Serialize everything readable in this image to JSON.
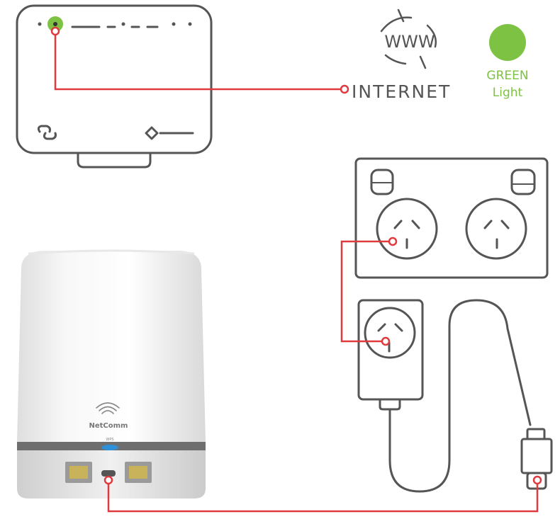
{
  "labels": {
    "internet": "INTERNET",
    "www": "WWW",
    "green": "GREEN",
    "light": "Light",
    "brand": "NetComm",
    "wps": "WPS"
  },
  "colors": {
    "wire": "#e03a3e",
    "led_green": "#7dc243",
    "outline": "#555555",
    "label_green": "#7dc243",
    "wps_blue": "#2f8fd8"
  },
  "icons": [
    "globe-icon",
    "power-socket-icon",
    "power-adapter-icon",
    "usb-c-plug-icon",
    "mesh-node-icon",
    "router-icon"
  ]
}
